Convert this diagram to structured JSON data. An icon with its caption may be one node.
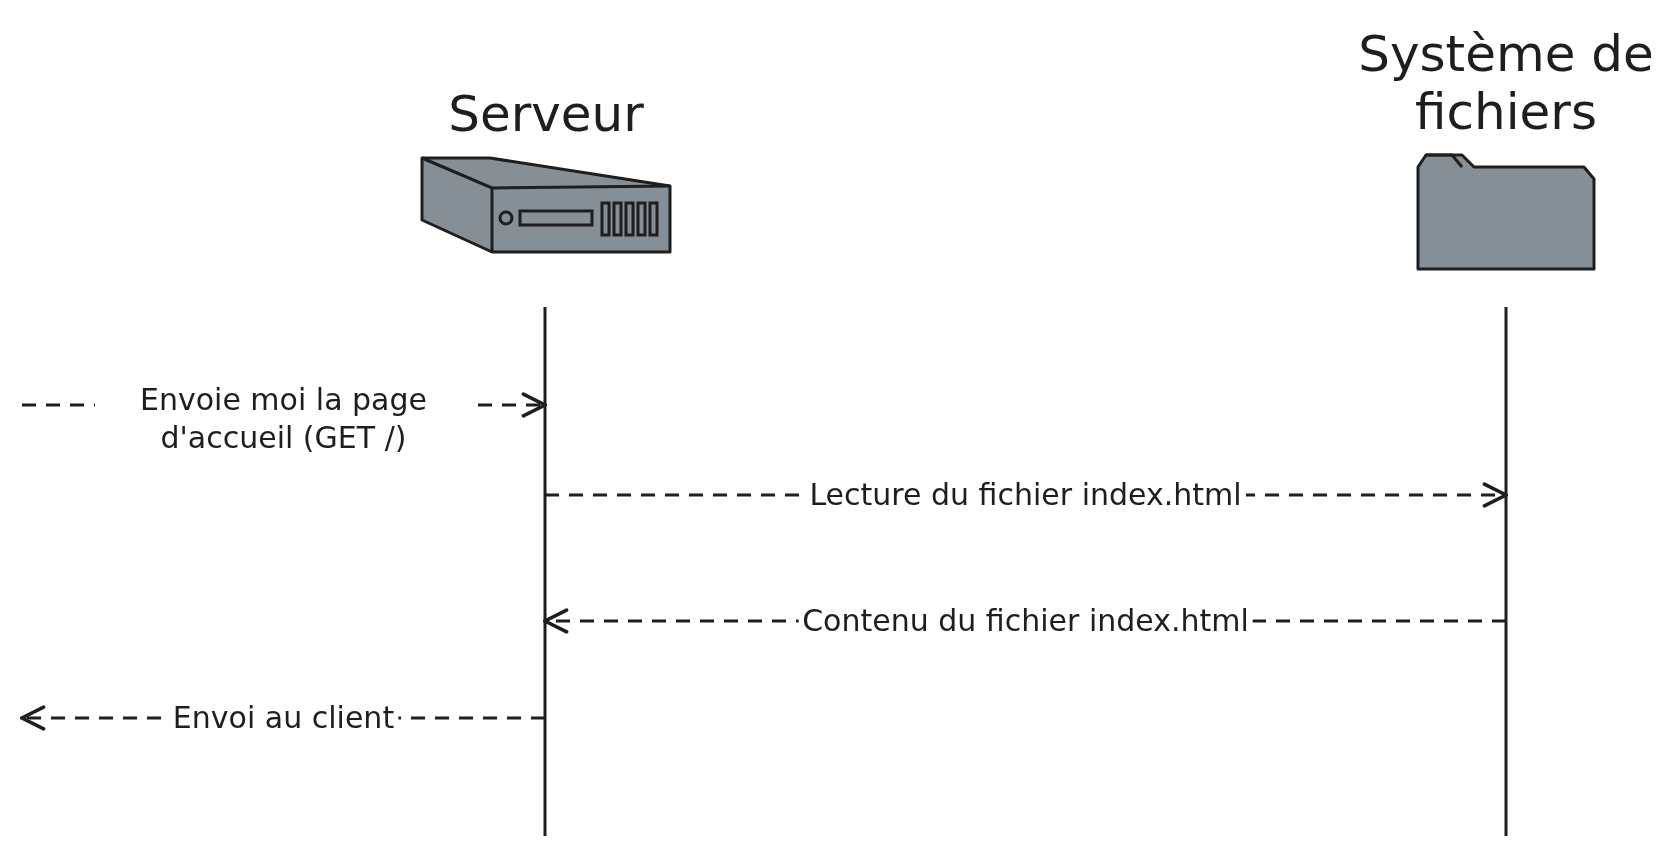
{
  "diagram": {
    "nodes": [
      {
        "text": [
          "Serveur"
        ]
      },
      {
        "text": [
          "Système de fichiers"
        ]
      }
    ],
    "edges": [
      {
        "from": null,
        "to": 0,
        "arrow": "to",
        "label": "Envoie moi la page d'accueil (GET /)",
        "style": "dashed"
      },
      {
        "from": 0,
        "to": 1,
        "arrow": "to",
        "label": "Lecture du fichier index.html",
        "style": "dashed"
      },
      {
        "from": 1,
        "to": 0,
        "arrow": "to",
        "label": "Contenu du fichier index.html",
        "style": "dashed"
      },
      {
        "from": 0,
        "to": null,
        "arrow": "to",
        "label": "Envoi au client",
        "style": "dashed"
      }
    ]
  }
}
